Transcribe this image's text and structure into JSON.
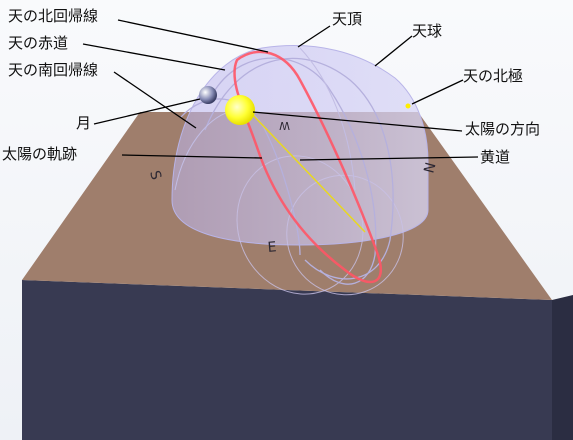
{
  "labels": {
    "tropic_cancer": "天の北回帰線",
    "celestial_equator": "天の赤道",
    "tropic_capricorn": "天の南回帰線",
    "moon": "月",
    "sun_path": "太陽の軌跡",
    "zenith": "天頂",
    "celestial_sphere": "天球",
    "north_pole": "天の北極",
    "sun_direction": "太陽の方向",
    "ecliptic": "黄道"
  },
  "directions": {
    "south": "S",
    "east": "E",
    "north": "N",
    "west": "W"
  },
  "colors": {
    "sun": "#ffff33",
    "sun_path": "#ff5566",
    "ecliptic": "#e8d820",
    "dome": "#c9c6f2",
    "ground_top": "#9f7e6c",
    "box_front": "#383a52",
    "pole_marker": "#ffee00"
  }
}
